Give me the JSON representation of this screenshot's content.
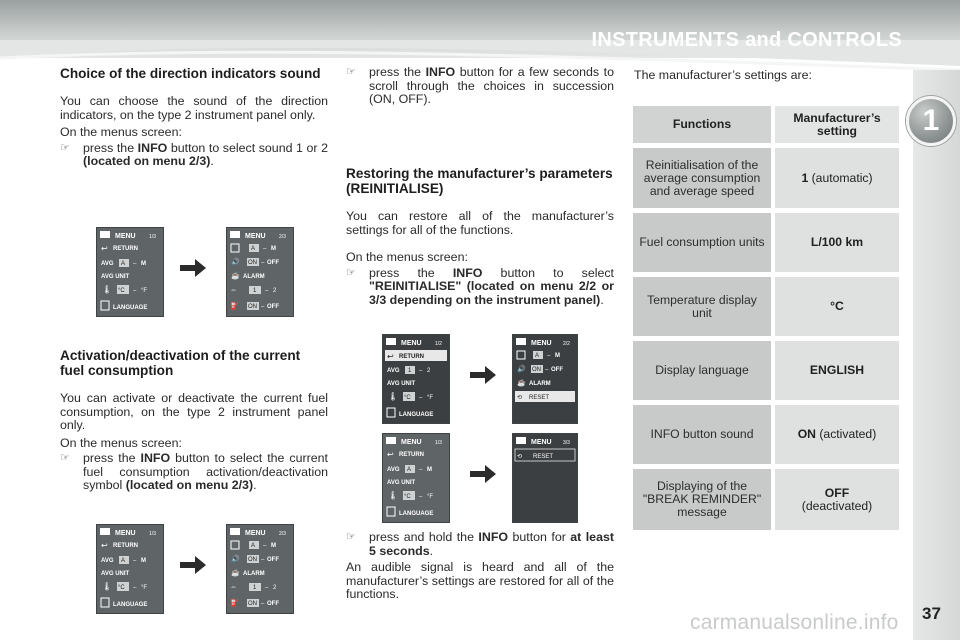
{
  "header": {
    "title": "INSTRUMENTS and CONTROLS"
  },
  "chapter": "1",
  "page_number": "37",
  "watermark": "carmanualsonline.info",
  "icons": {
    "bullet": "hand-pointer-icon",
    "next": "right-arrow-icon"
  },
  "col1": {
    "s1_title": "Choice of the direction indicators sound",
    "s1_p1": "You can choose the sound of the direction indicators, on the type 2 instrument panel only.",
    "s1_p2": "On the menus screen:",
    "s1_b1_pre": "press the ",
    "s1_b1_key": "INFO",
    "s1_b1_mid": " button to select sound 1 or 2 ",
    "s1_b1_bold": "(located on menu 2/3)",
    "s1_b1_end": ".",
    "s2_title": "Activation/deactivation of the current fuel consumption",
    "s2_p1": "You can activate or deactivate the current fuel consumption, on the type 2 instrument panel only.",
    "s2_p2": "On the menus screen:",
    "s2_b1_pre": "press the ",
    "s2_b1_key": "INFO",
    "s2_b1_mid": " button to select the current fuel consumption activation/deactivation symbol ",
    "s2_b1_bold": "(located on menu 2/3)",
    "s2_b1_end": "."
  },
  "col2": {
    "b0_pre": "press the ",
    "b0_key": "INFO",
    "b0_end": " button for a few seconds to scroll through the choices in succession (ON, OFF).",
    "s3_title": "Restoring the manufacturer’s parameters (REINITIALISE)",
    "s3_p1": "You can restore all of the manufacturer’s settings for all of the functions.",
    "s3_p2": "On the menus screen:",
    "s3_b1_pre": "press the ",
    "s3_b1_key": "INFO",
    "s3_b1_mid": " button to select ",
    "s3_b1_bold": "\"REINITIALISE\" (located on menu 2/2 or 3/3 depending on the instrument panel)",
    "s3_b1_end": ".",
    "s3_b2_pre": "press and hold the ",
    "s3_b2_key": "INFO",
    "s3_b2_mid": " button for ",
    "s3_b2_bold": "at least 5 seconds",
    "s3_b2_end": ".",
    "s3_p3": "An audible signal is heard and all of the manufacturer’s settings are restored for all of the functions."
  },
  "screens": {
    "menu": "MENU",
    "page_1_3": "1/3",
    "page_2_3": "2/3",
    "page_3_3": "3/3",
    "page_1_2": "1/2",
    "page_2_2": "2/2",
    "return": "RETURN",
    "avg": "AVG",
    "avg_unit": "AVG UNIT",
    "language": "LANGUAGE",
    "alarm": "ALARM",
    "reset": "RESET",
    "opt_a": "A",
    "opt_m": "M",
    "opt_on": "ON",
    "opt_off": "OFF",
    "opt_1": "1",
    "opt_2": "2",
    "deg_c": "°C",
    "deg_f": "°F",
    "dash": "–"
  },
  "table": {
    "intro": "The manufacturer’s settings are:",
    "head_fn": "Functions",
    "head_val": "Manufacturer’s setting",
    "rows": [
      {
        "fn": "Reinitialisation of the average consumption and average speed",
        "val_bold": "1",
        "val_rest": " (automatic)"
      },
      {
        "fn": "Fuel consumption units",
        "val_bold": "L/100 km",
        "val_rest": ""
      },
      {
        "fn": "Temperature display unit",
        "val_bold": "°C",
        "val_rest": ""
      },
      {
        "fn": "Display language",
        "val_bold": "ENGLISH",
        "val_rest": ""
      },
      {
        "fn": "INFO button sound",
        "val_bold": "ON",
        "val_rest": " (activated)"
      },
      {
        "fn": "Displaying of the \"BREAK REMINDER\" message",
        "val_bold": "OFF",
        "val_rest": "(deactivated)"
      }
    ]
  }
}
